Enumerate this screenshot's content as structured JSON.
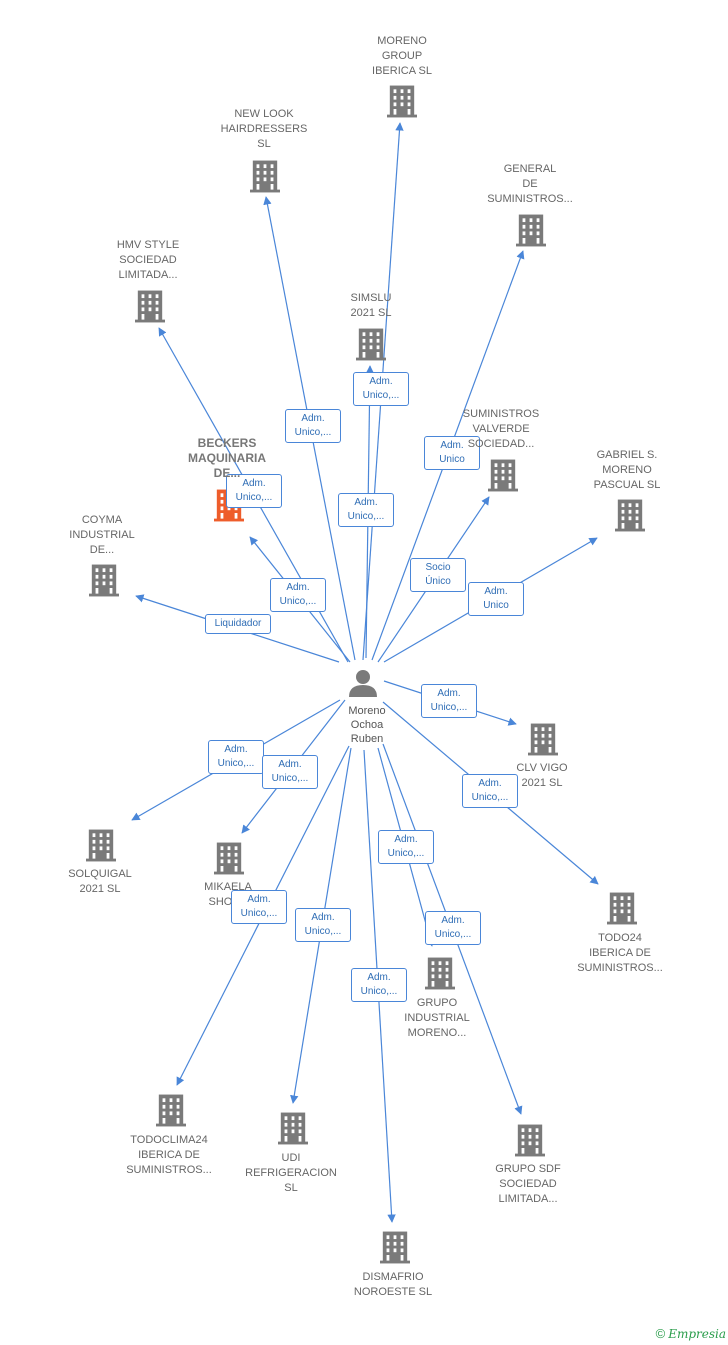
{
  "colors": {
    "edge": "#4a86d8",
    "building": "#7a7a7a",
    "highlight": "#ee5d2b",
    "person": "#7a7a7a"
  },
  "person": {
    "label": "Moreno\nOchoa\nRuben",
    "icon": "person-icon"
  },
  "companies": [
    {
      "id": "moreno-group",
      "label": "MORENO\nGROUP\nIBERICA  SL"
    },
    {
      "id": "new-look",
      "label": "NEW LOOK\nHAIRDRESSERS\nSL"
    },
    {
      "id": "general-suministros",
      "label": "GENERAL\nDE\nSUMINISTROS..."
    },
    {
      "id": "hmv-style",
      "label": "HMV STYLE\nSOCIEDAD\nLIMITADA..."
    },
    {
      "id": "simslu",
      "label": "SIMSLU\n2021  SL"
    },
    {
      "id": "suministros-valverde",
      "label": "SUMINISTROS\nVALVERDE\nSOCIEDAD..."
    },
    {
      "id": "beckers",
      "label": "BECKERS\nMAQUINARIA\nDE...",
      "highlight": true
    },
    {
      "id": "gabriel",
      "label": "GABRIEL S.\nMORENO\nPASCUAL  SL"
    },
    {
      "id": "coyma",
      "label": "COYMA\nINDUSTRIAL\nDE..."
    },
    {
      "id": "clv-vigo",
      "label": "CLV VIGO\n2021  SL"
    },
    {
      "id": "solquigal",
      "label": "SOLQUIGAL\n2021  SL"
    },
    {
      "id": "mikaela",
      "label": "MIKAELA\nSHOP..."
    },
    {
      "id": "todo24",
      "label": "TODO24\nIBERICA DE\nSUMINISTROS..."
    },
    {
      "id": "grupo-industrial",
      "label": "GRUPO\nINDUSTRIAL\nMORENO..."
    },
    {
      "id": "todoclima",
      "label": "TODOCLIMA24\nIBERICA DE\nSUMINISTROS..."
    },
    {
      "id": "udi",
      "label": "UDI\nREFRIGERACION\nSL"
    },
    {
      "id": "grupo-sdf",
      "label": "GRUPO SDF\nSOCIEDAD\nLIMITADA..."
    },
    {
      "id": "dismafrio",
      "label": "DISMAFRIO\nNOROESTE  SL"
    }
  ],
  "edge_labels": {
    "moreno-group": "Adm.\nUnico,...",
    "new-look": "Adm.\nUnico,...",
    "general-suministros": "Adm.\nUnico",
    "hmv-style": "Adm.\nUnico,...",
    "simslu": "Adm.\nUnico,...",
    "suministros-valverde": "Socio\nÚnico",
    "beckers": "Adm.\nUnico,...",
    "gabriel": "Adm.\nUnico",
    "coyma": "Liquidador",
    "clv-vigo": "Adm.\nUnico,...",
    "solquigal": "Adm.\nUnico,...",
    "mikaela": "Adm.\nUnico,...",
    "todo24": "Adm.\nUnico,...",
    "grupo-industrial": "Adm.\nUnico,...",
    "todoclima": "Adm.\nUnico,...",
    "udi": "Adm.\nUnico,...",
    "grupo-sdf": "Adm.\nUnico,...",
    "dismafrio": "Adm.\nUnico,..."
  },
  "footer": {
    "copyright": "©",
    "brand": "Empresia"
  }
}
